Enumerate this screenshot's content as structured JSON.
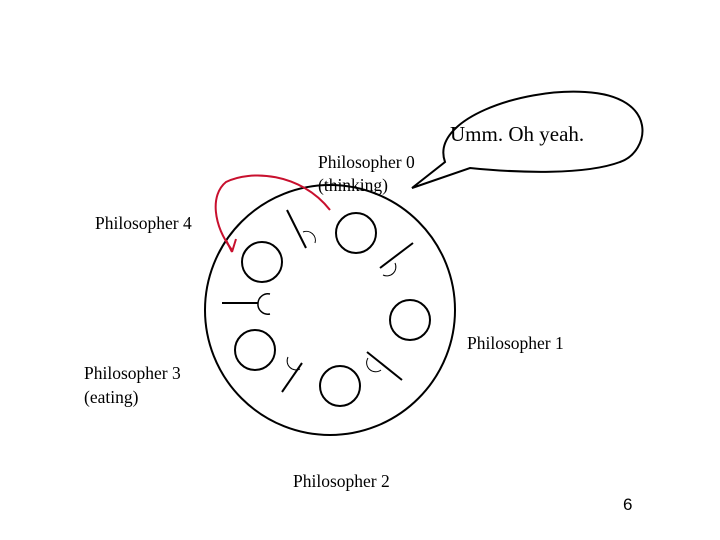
{
  "speech_bubble": {
    "text": "Umm. Oh yeah."
  },
  "philosophers": [
    {
      "id": 0,
      "name": "Philosopher 0",
      "state": "(thinking)"
    },
    {
      "id": 1,
      "name": "Philosopher 1",
      "state": ""
    },
    {
      "id": 2,
      "name": "Philosopher 2",
      "state": ""
    },
    {
      "id": 3,
      "name": "Philosopher 3",
      "state": "(eating)"
    },
    {
      "id": 4,
      "name": "Philosopher 4",
      "state": ""
    }
  ],
  "page_number": "6",
  "colors": {
    "arrow": "#c8102e",
    "stroke": "#000000"
  }
}
